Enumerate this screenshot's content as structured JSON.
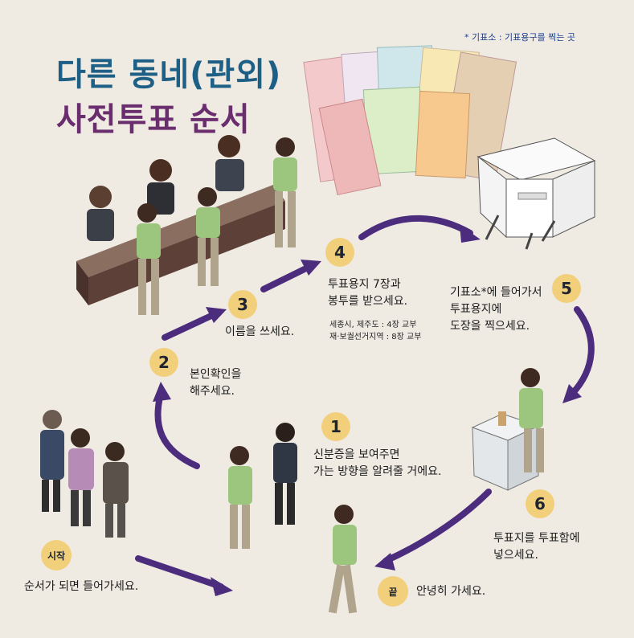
{
  "title_line1": "다른 동네(관외)",
  "title_line2": "사전투표 순서",
  "legend": "* 기표소 : 기표용구를 찍는 곳",
  "steps": [
    {
      "num": "1",
      "line1": "신분증을 보여주면",
      "line2": "가는 방향을 알려줄 거에요."
    },
    {
      "num": "2",
      "line1": "본인확인을",
      "line2": "해주세요."
    },
    {
      "num": "3",
      "line1": "이름을 쓰세요."
    },
    {
      "num": "4",
      "line1": "투표용지 7장과",
      "line2": "봉투를 받으세요.",
      "note1": "세종시, 제주도 : 4장 교부",
      "note2": "재·보궐선거지역 : 8장 교부"
    },
    {
      "num": "5",
      "line1": "기표소*에 들어가서",
      "line2": "투표용지에",
      "line3": "도장을 찍으세요."
    },
    {
      "num": "6",
      "line1": "투표지를 투표함에",
      "line2": "넣으세요."
    }
  ],
  "start": {
    "badge": "시작",
    "text": "순서가 되면 들어가세요."
  },
  "end": {
    "badge": "끝",
    "text": "안녕히 가세요."
  },
  "colors": {
    "arrow": "#4b2c7d",
    "badge": "#f2cf7a",
    "title_blue": "#1d5f85",
    "title_purple": "#6a2d6e",
    "background": "#efebe3"
  }
}
